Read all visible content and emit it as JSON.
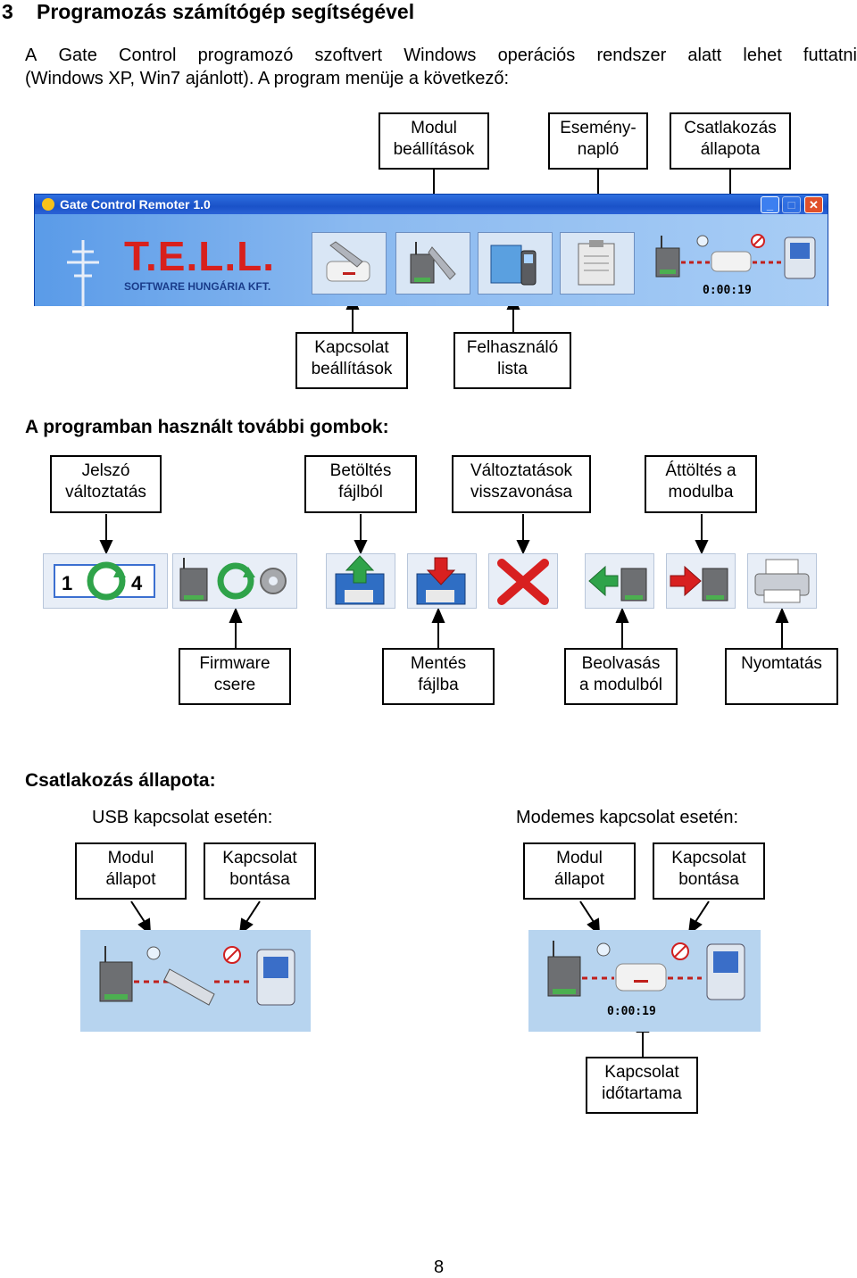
{
  "section_number": "3",
  "section_title": "Programozás számítógép segítségével",
  "intro_line1_words": [
    "A",
    "Gate",
    "Control",
    "programozó",
    "szoftvert",
    "Windows",
    "operációs",
    "rendszer",
    "alatt",
    "lehet",
    "futtatni"
  ],
  "intro_line2": "(Windows XP, Win7 ajánlott). A program menüje a következő:",
  "window": {
    "title": "Gate Control Remoter 1.0",
    "logo": "T.E.L.L.",
    "logo_sub": "SOFTWARE HUNGÁRIA KFT.",
    "timer": "0:00:19",
    "minimize": "_",
    "maximize": "□",
    "close": "✕"
  },
  "menu_callouts_top": [
    {
      "line1": "Modul",
      "line2": "beállítások"
    },
    {
      "line1": "Esemény-",
      "line2": "napló"
    },
    {
      "line1": "Csatlakozás",
      "line2": "állapota"
    }
  ],
  "menu_callouts_bottom": [
    {
      "line1": "Kapcsolat",
      "line2": "beállítások"
    },
    {
      "line1": "Felhasználó",
      "line2": "lista"
    }
  ],
  "more_buttons_heading": "A programban használt további gombok:",
  "buttons_top": [
    {
      "line1": "Jelszó",
      "line2": "változtatás"
    },
    {
      "line1": "Betöltés",
      "line2": "fájlból"
    },
    {
      "line1": "Változtatások",
      "line2": "visszavonása"
    },
    {
      "line1": "Áttöltés a",
      "line2": "modulba"
    }
  ],
  "buttons_bottom": [
    {
      "line1": "Firmware",
      "line2": "csere"
    },
    {
      "line1": "Mentés",
      "line2": "fájlba"
    },
    {
      "line1": "Beolvasás",
      "line2": "a modulból"
    },
    {
      "line1": "Nyomtatás",
      "line2": ""
    }
  ],
  "password_icon_digits": [
    "1",
    "4"
  ],
  "connection_heading": "Csatlakozás állapota:",
  "usb_label": "USB kapcsolat esetén:",
  "modem_label": "Modemes kapcsolat esetén:",
  "usb_callouts": [
    {
      "line1": "Modul",
      "line2": "állapot"
    },
    {
      "line1": "Kapcsolat",
      "line2": "bontása"
    }
  ],
  "modem_callouts": [
    {
      "line1": "Modul",
      "line2": "állapot"
    },
    {
      "line1": "Kapcsolat",
      "line2": "bontása"
    }
  ],
  "modem_timer": "0:00:19",
  "duration_callout": {
    "line1": "Kapcsolat",
    "line2": "időtartama"
  },
  "page_number": "8"
}
